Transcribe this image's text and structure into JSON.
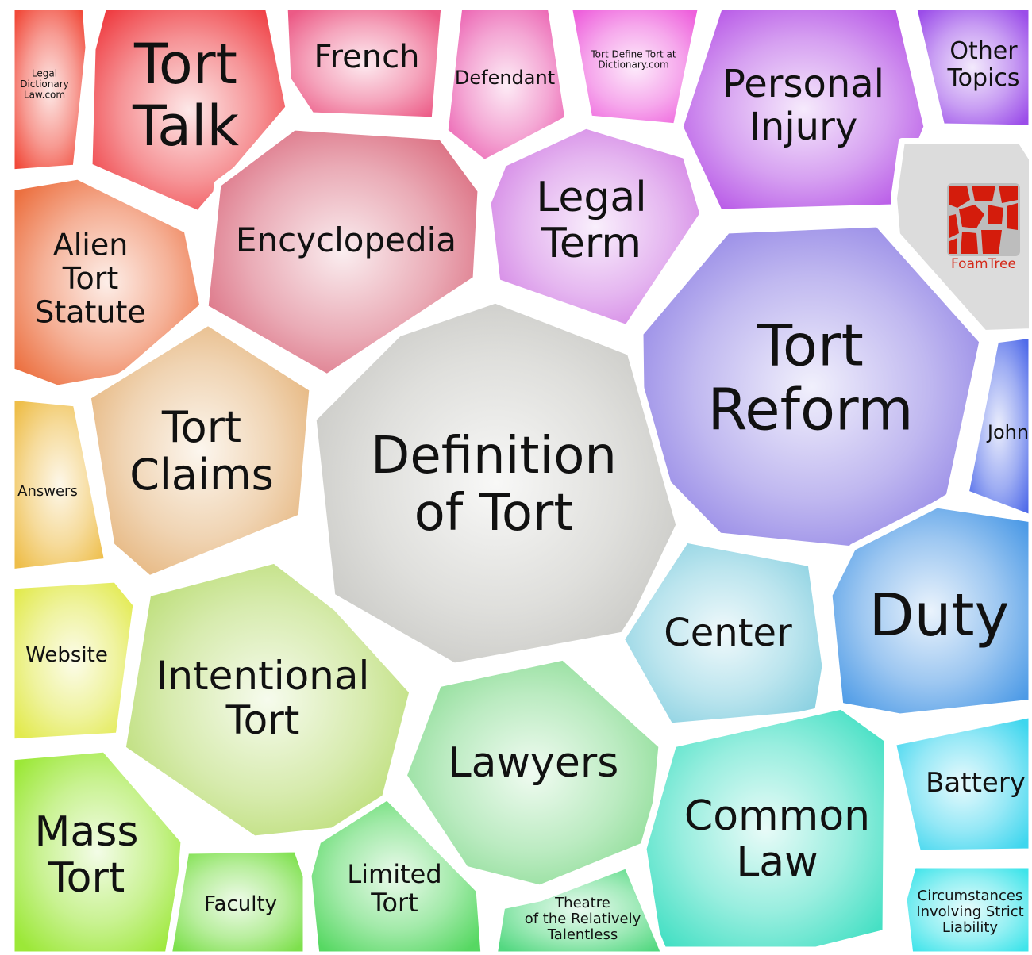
{
  "app": {
    "name": "FoamTree"
  },
  "cells": [
    {
      "id": "legal-dictionary-law-com",
      "lines": [
        "Legal",
        "Dictionary",
        "Law.com"
      ],
      "color": "#f14a3a"
    },
    {
      "id": "tort-talk",
      "lines": [
        "Tort",
        "Talk"
      ],
      "color": "#ef3d42"
    },
    {
      "id": "french",
      "lines": [
        "French"
      ],
      "color": "#ec5a86"
    },
    {
      "id": "defendant",
      "lines": [
        "Defendant"
      ],
      "color": "#eb5fb0"
    },
    {
      "id": "tort-define-tort-at-dictionary-com",
      "lines": [
        "Tort Define Tort at",
        "Dictionary.com"
      ],
      "color": "#ee60dc"
    },
    {
      "id": "personal-injury",
      "lines": [
        "Personal",
        "Injury"
      ],
      "color": "#b552e6"
    },
    {
      "id": "other-topics",
      "lines": [
        "Other",
        "Topics"
      ],
      "color": "#9b4de9"
    },
    {
      "id": "alien-tort-statute",
      "lines": [
        "Alien",
        "Tort",
        "Statute"
      ],
      "color": "#ec7040"
    },
    {
      "id": "encyclopedia",
      "lines": [
        "Encyclopedia"
      ],
      "color": "#d9667a"
    },
    {
      "id": "legal-term",
      "lines": [
        "Legal",
        "Term"
      ],
      "color": "#d07be3"
    },
    {
      "id": "tort-reform",
      "lines": [
        "Tort",
        "Reform"
      ],
      "color": "#8c7ee4"
    },
    {
      "id": "john",
      "lines": [
        "John"
      ],
      "color": "#4f6ae9"
    },
    {
      "id": "answers",
      "lines": [
        "Answers"
      ],
      "color": "#eebe4a"
    },
    {
      "id": "tort-claims",
      "lines": [
        "Tort",
        "Claims"
      ],
      "color": "#e4b074"
    },
    {
      "id": "definition-of-tort",
      "lines": [
        "Definition",
        "of Tort"
      ],
      "color": "#c4c4c0"
    },
    {
      "id": "website",
      "lines": [
        "Website"
      ],
      "color": "#e2ea4e"
    },
    {
      "id": "intentional-tort",
      "lines": [
        "Intentional",
        "Tort"
      ],
      "color": "#b6db6c"
    },
    {
      "id": "center",
      "lines": [
        "Center"
      ],
      "color": "#86cfe0"
    },
    {
      "id": "duty",
      "lines": [
        "Duty"
      ],
      "color": "#4c9ae6"
    },
    {
      "id": "lawyers",
      "lines": [
        "Lawyers"
      ],
      "color": "#84da8e"
    },
    {
      "id": "common-law",
      "lines": [
        "Common",
        "Law"
      ],
      "color": "#45e0c4"
    },
    {
      "id": "battery",
      "lines": [
        "Battery"
      ],
      "color": "#3ed6ee"
    },
    {
      "id": "mass-tort",
      "lines": [
        "Mass",
        "Tort"
      ],
      "color": "#9ce838"
    },
    {
      "id": "faculty",
      "lines": [
        "Faculty"
      ],
      "color": "#7de04c"
    },
    {
      "id": "limited-tort",
      "lines": [
        "Limited",
        "Tort"
      ],
      "color": "#56d862"
    },
    {
      "id": "theatre-of-the-relatively-talentless",
      "lines": [
        "Theatre",
        "of the Relatively",
        "Talentless"
      ],
      "color": "#52d880"
    },
    {
      "id": "circumstances-involving-strict-liability",
      "lines": [
        "Circumstances",
        "Involving Strict",
        "Liability"
      ],
      "color": "#3ee4ea"
    }
  ]
}
